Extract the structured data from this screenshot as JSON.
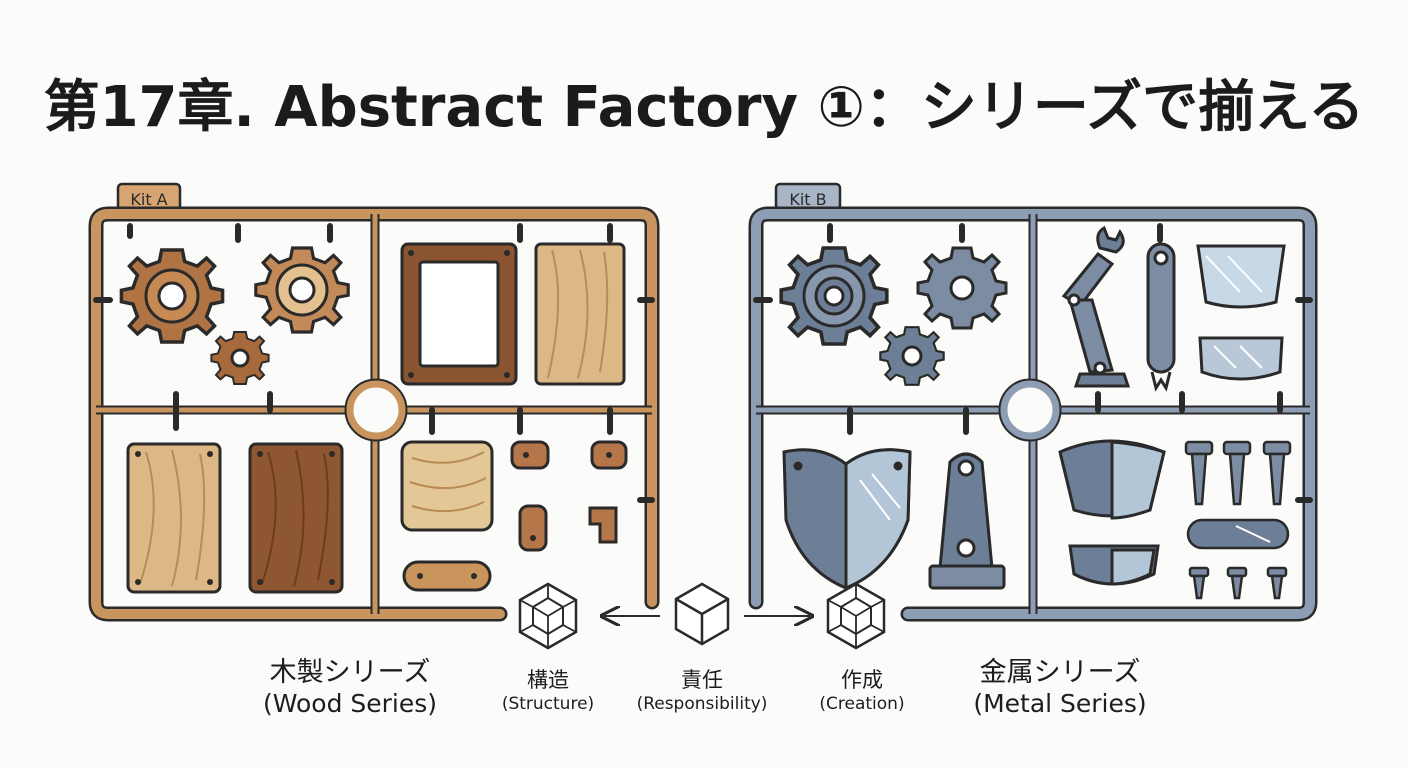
{
  "title": "第17章. Abstract Factory ①：シリーズで揃える",
  "kits": {
    "a": {
      "tag": "Kit A",
      "name_jp": "木製シリーズ",
      "name_en": "(Wood Series)"
    },
    "b": {
      "tag": "Kit B",
      "name_jp": "金属シリーズ",
      "name_en": "(Metal Series)"
    }
  },
  "concepts": [
    {
      "jp": "構造",
      "en": "(Structure)"
    },
    {
      "jp": "責任",
      "en": "(Responsibility)"
    },
    {
      "jp": "作成",
      "en": "(Creation)"
    }
  ],
  "colors": {
    "wood_frame": "#c8955e",
    "wood_light": "#ddb886",
    "wood_dark": "#8a5530",
    "metal_frame": "#8d9db4",
    "metal_part": "#6d7e97",
    "glass": "#c7d8e6",
    "outline": "#2a2a2a"
  }
}
